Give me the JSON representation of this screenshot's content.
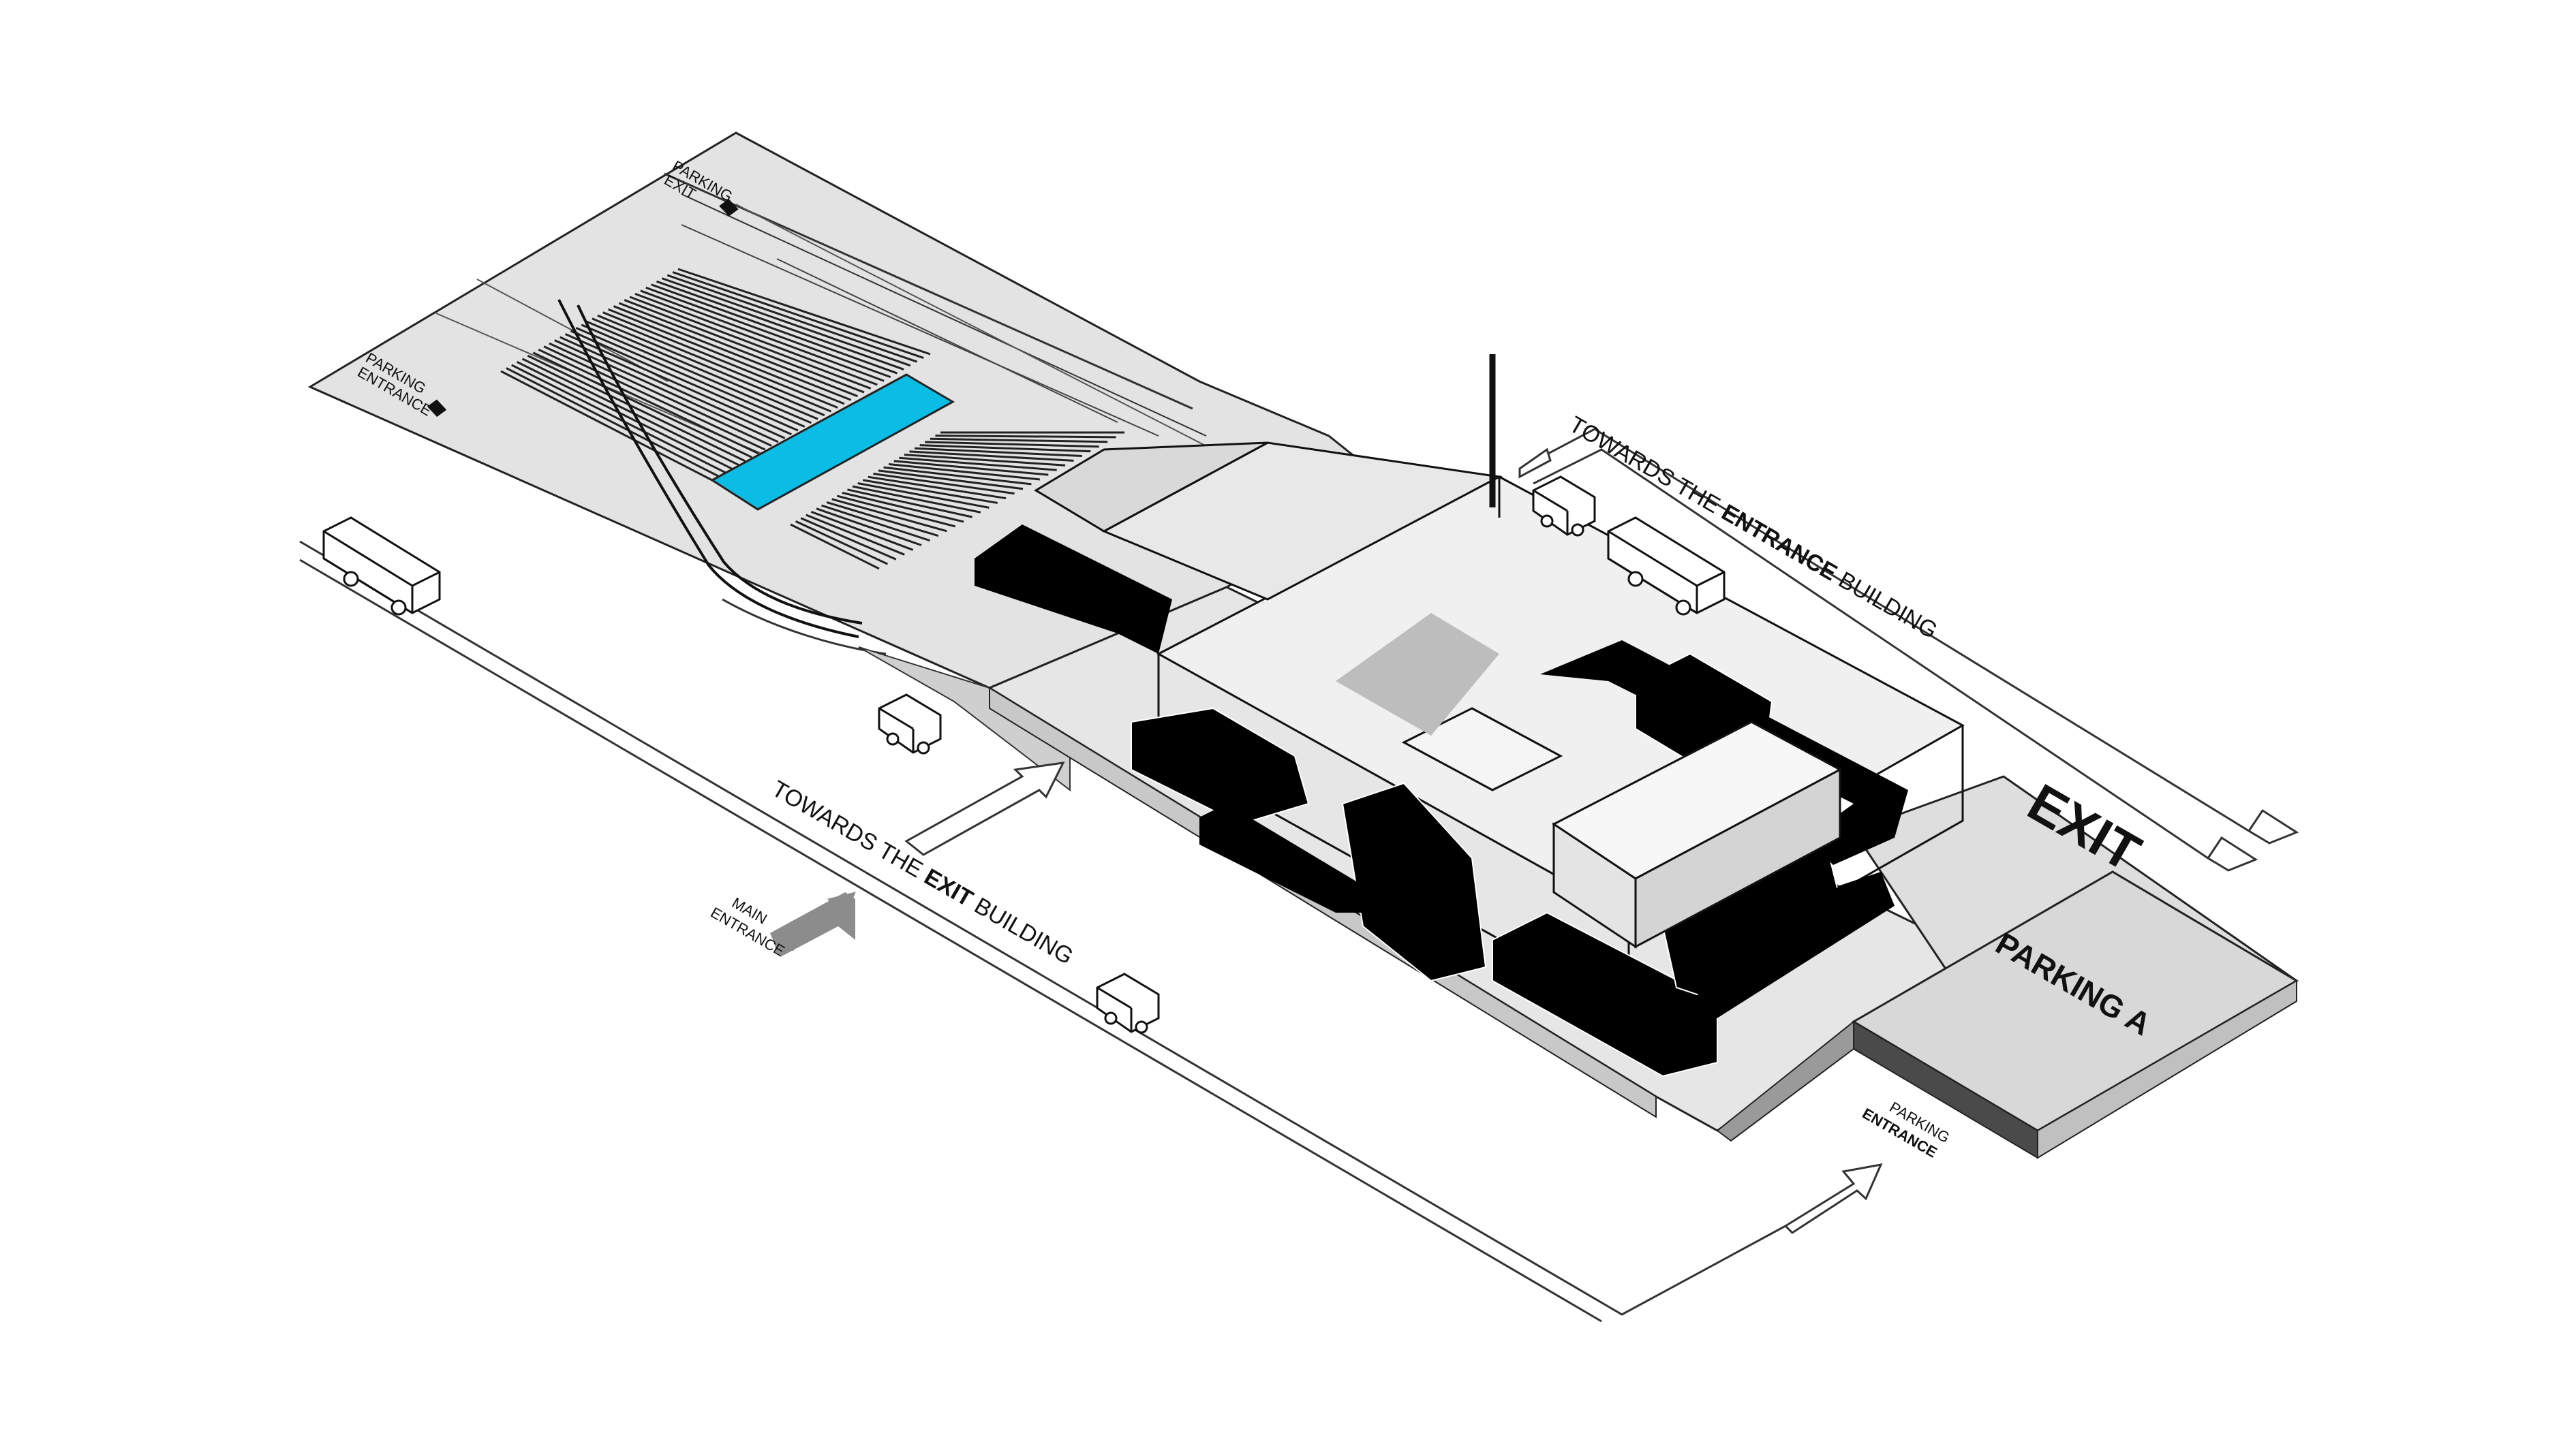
{
  "labels": {
    "parking_exit_top": {
      "line1": "PARKING",
      "line2": "EXIT"
    },
    "parking_entrance_top": {
      "line1": "PARKING",
      "line2": "ENTRANCE"
    },
    "towards_entrance": {
      "prefix": "TOWARDS THE ",
      "bold": "ENTRANCE",
      "suffix": " BUILDING"
    },
    "towards_exit": {
      "prefix": "TOWARDS THE ",
      "bold": "EXIT",
      "suffix": " BUILDING"
    },
    "main_entrance": {
      "line1": "MAIN",
      "line2": "ENTRANCE"
    },
    "exit_big": "EXIT",
    "parking_a": "PARKING A",
    "parking_entrance_bottom": {
      "line1": "PARKING",
      "line2": "ENTRANCE"
    }
  },
  "colors": {
    "plaza": "#e2e2e2",
    "plaza_dark": "#c6c6c6",
    "stripe_band": "#0bbde4",
    "volume_black": "#000000",
    "edge": "#111111",
    "arrow_main": "#8c8c8c"
  },
  "icons": {
    "bus": "bus-icon",
    "van": "van-icon",
    "arrow": "arrow-icon"
  }
}
